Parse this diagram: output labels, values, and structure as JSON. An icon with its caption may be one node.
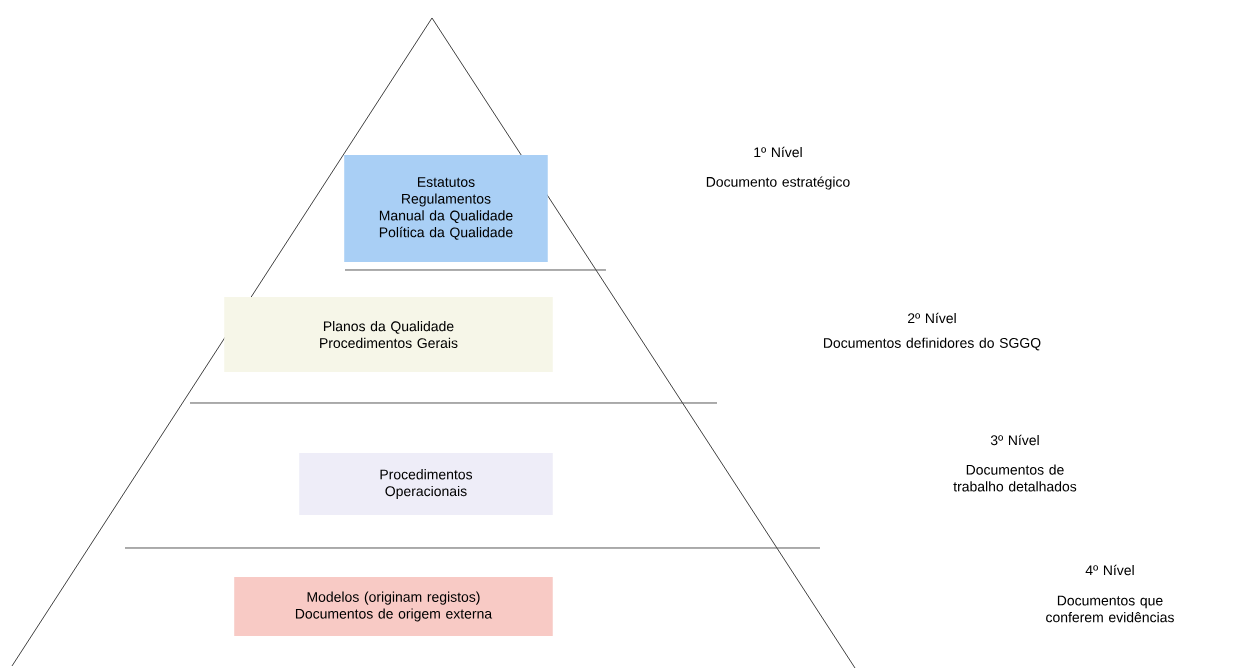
{
  "diagram": {
    "nodes": [
      {
        "text": [
          "Estatutos",
          "Regulamentos",
          "Manual da Qualidade",
          "Política da Qualidade"
        ]
      },
      {
        "text": [
          "Planos da Qualidade",
          "Procedimentos Gerais"
        ]
      },
      {
        "text": [
          "Procedimentos",
          "Operacionais"
        ]
      },
      {
        "text": [
          "Modelos (originam registos)",
          "Documentos de origem externa"
        ]
      }
    ],
    "labels": [
      "1º Nível",
      "Documento estratégico",
      "2º Nível",
      "Documentos definidores do SGGQ",
      "3º Nível",
      "Documentos de trabalho detalhados",
      "4º Nível",
      "Documentos que conferem evidências"
    ]
  }
}
